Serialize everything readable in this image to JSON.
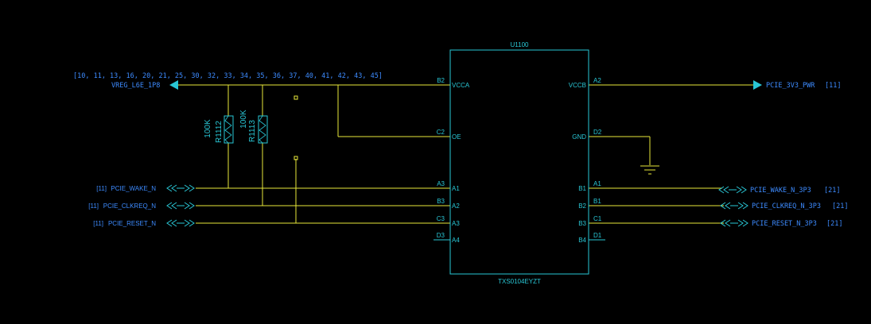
{
  "colors": {
    "background": "#000000",
    "component": "#29c7d6",
    "label": "#3d8bff",
    "wire": "#e8e83a",
    "ground": "#e8e83a",
    "junction": "#e8e83a"
  },
  "ic": {
    "refdes": "U1100",
    "part": "TXS0104EYZT",
    "left_pins": [
      {
        "ball": "B2",
        "name": "VCCA"
      },
      {
        "ball": "C2",
        "name": "OE"
      },
      {
        "ball": "A3",
        "name": "A1"
      },
      {
        "ball": "B3",
        "name": "A2"
      },
      {
        "ball": "C3",
        "name": "A3"
      },
      {
        "ball": "D3",
        "name": "A4"
      }
    ],
    "right_pins": [
      {
        "ball": "A2",
        "name": "VCCB"
      },
      {
        "ball": "D2",
        "name": "GND"
      },
      {
        "ball": "A1",
        "name": "B1"
      },
      {
        "ball": "B1",
        "name": "B2"
      },
      {
        "ball": "C1",
        "name": "B3"
      },
      {
        "ball": "D1",
        "name": "B4"
      }
    ]
  },
  "resistors": [
    {
      "refdes": "R1112",
      "value": "100K"
    },
    {
      "refdes": "R1113",
      "value": "100K"
    }
  ],
  "nets": {
    "vreg": {
      "name": "VREG_L6E_1P8",
      "pages": "[10, 11, 13, 16, 20, 21, 25, 30, 32, 33, 34, 35, 36, 37, 40, 41, 42, 43, 45]"
    },
    "pwr3v3": {
      "name": "PCIE_3V3_PWR",
      "pages": "[11]"
    },
    "left_signals": [
      {
        "name": "PCIE_WAKE_N",
        "pages": "[11]"
      },
      {
        "name": "PCIE_CLKREQ_N",
        "pages": "[11]"
      },
      {
        "name": "PCIE_RESET_N",
        "pages": "[11]"
      }
    ],
    "right_signals": [
      {
        "name": "PCIE_WAKE_N_3P3",
        "pages": "[21]"
      },
      {
        "name": "PCIE_CLKREQ_N_3P3",
        "pages": "[21]"
      },
      {
        "name": "PCIE_RESET_N_3P3",
        "pages": "[21]"
      }
    ]
  }
}
